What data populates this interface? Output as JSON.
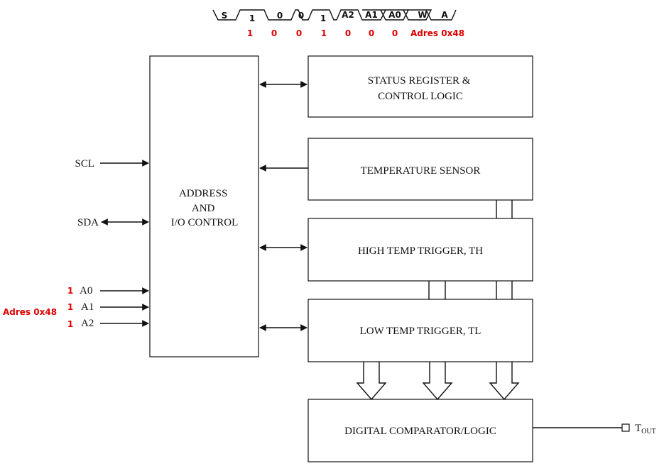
{
  "header_bits": {
    "labels": [
      "S",
      "1",
      "0",
      "0",
      "1",
      "A2",
      "A1",
      "A0",
      "W",
      "A"
    ],
    "values": [
      "1",
      "0",
      "0",
      "1",
      "0",
      "0",
      "0"
    ],
    "address_note": "Adres 0x48"
  },
  "blocks": {
    "status": [
      "STATUS REGISTER &",
      "CONTROL LOGIC"
    ],
    "address": [
      "ADDRESS",
      "AND",
      "I/O CONTROL"
    ],
    "sensor": "TEMPERATURE SENSOR",
    "high": "HIGH TEMP TRIGGER, TH",
    "low": "LOW TEMP TRIGGER, TL",
    "comparator": "DIGITAL COMPARATOR/LOGIC"
  },
  "pins": {
    "scl": "SCL",
    "sda": "SDA",
    "a0": "A0",
    "a1": "A1",
    "a2": "A2",
    "a0_value": "1",
    "a1_value": "1",
    "a2_value": "1",
    "address_note": "Adres 0x48",
    "tout_main": "T",
    "tout_sub": "OUT"
  },
  "colors": {
    "annotation": "#e00000",
    "line": "#111111"
  }
}
